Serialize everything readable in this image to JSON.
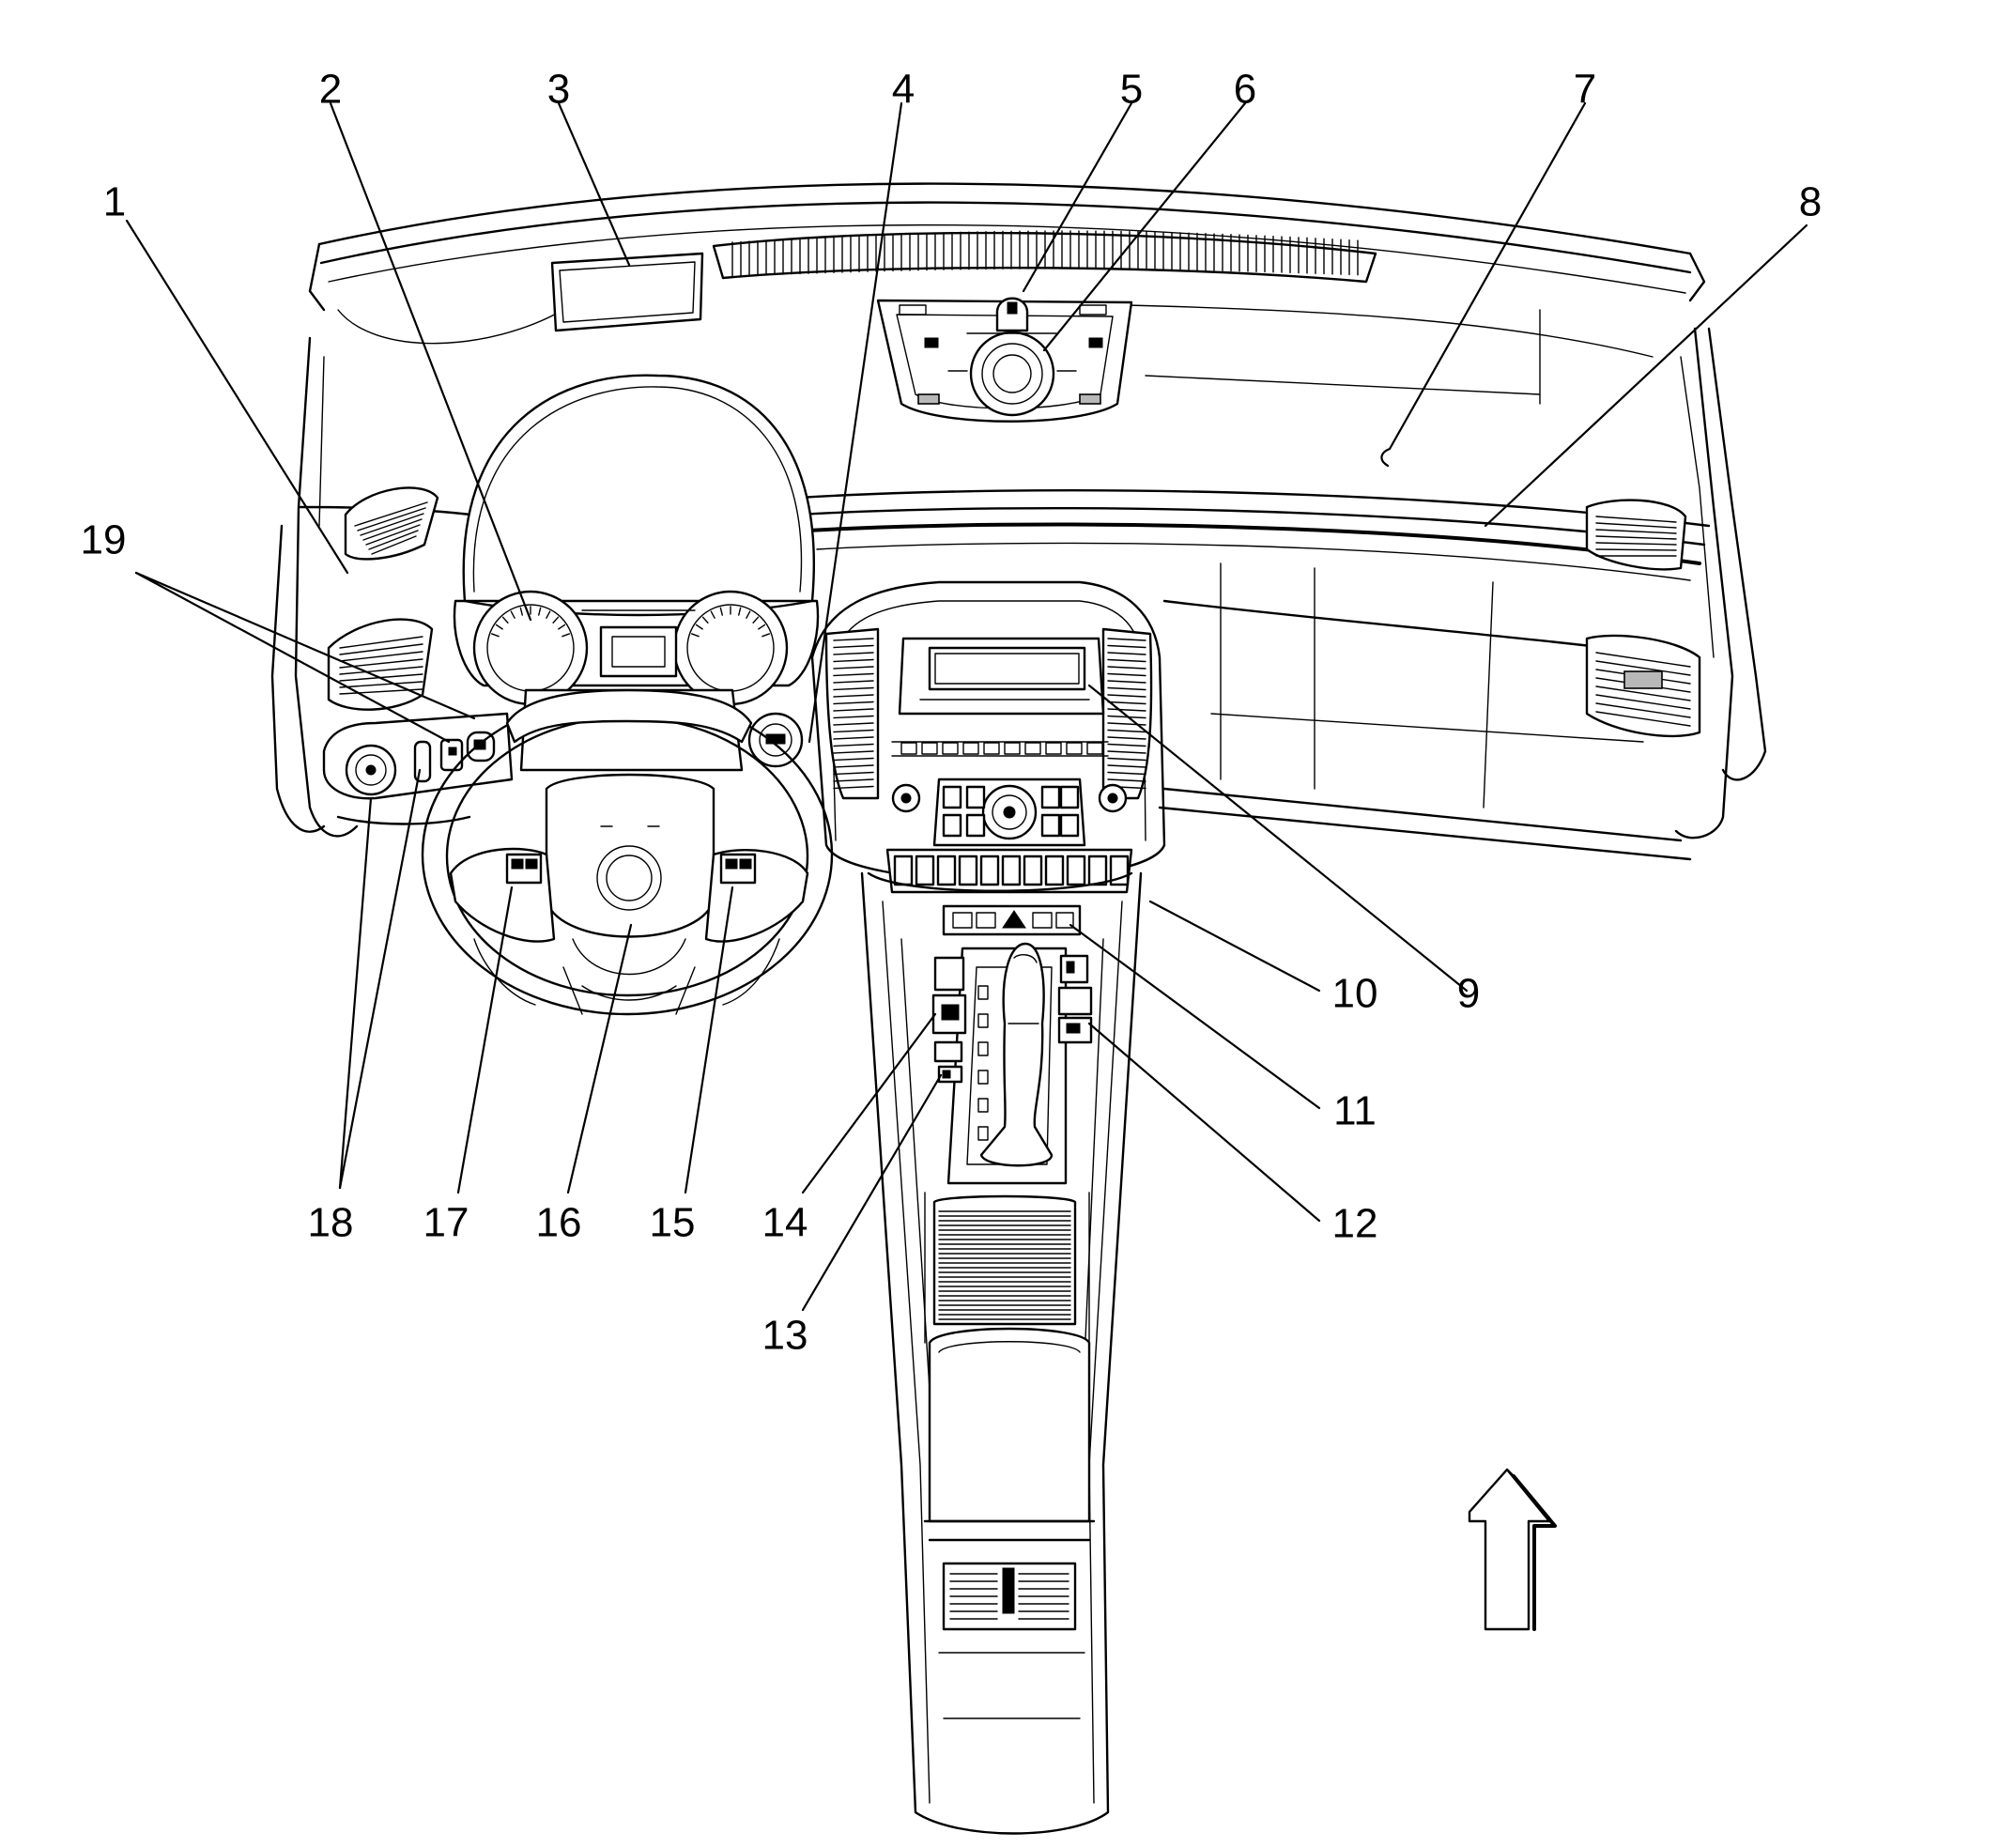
{
  "callouts": [
    {
      "id": 1,
      "label": "1"
    },
    {
      "id": 2,
      "label": "2"
    },
    {
      "id": 3,
      "label": "3"
    },
    {
      "id": 4,
      "label": "4"
    },
    {
      "id": 5,
      "label": "5"
    },
    {
      "id": 6,
      "label": "6"
    },
    {
      "id": 7,
      "label": "7"
    },
    {
      "id": 8,
      "label": "8"
    },
    {
      "id": 9,
      "label": "9"
    },
    {
      "id": 10,
      "label": "10"
    },
    {
      "id": 11,
      "label": "11"
    },
    {
      "id": 12,
      "label": "12"
    },
    {
      "id": 13,
      "label": "13"
    },
    {
      "id": 14,
      "label": "14"
    },
    {
      "id": 15,
      "label": "15"
    },
    {
      "id": 16,
      "label": "16"
    },
    {
      "id": 17,
      "label": "17"
    },
    {
      "id": 18,
      "label": "18"
    },
    {
      "id": 19,
      "label": "19"
    }
  ],
  "icons": {
    "orientation_arrow": "arrow-up-icon"
  }
}
